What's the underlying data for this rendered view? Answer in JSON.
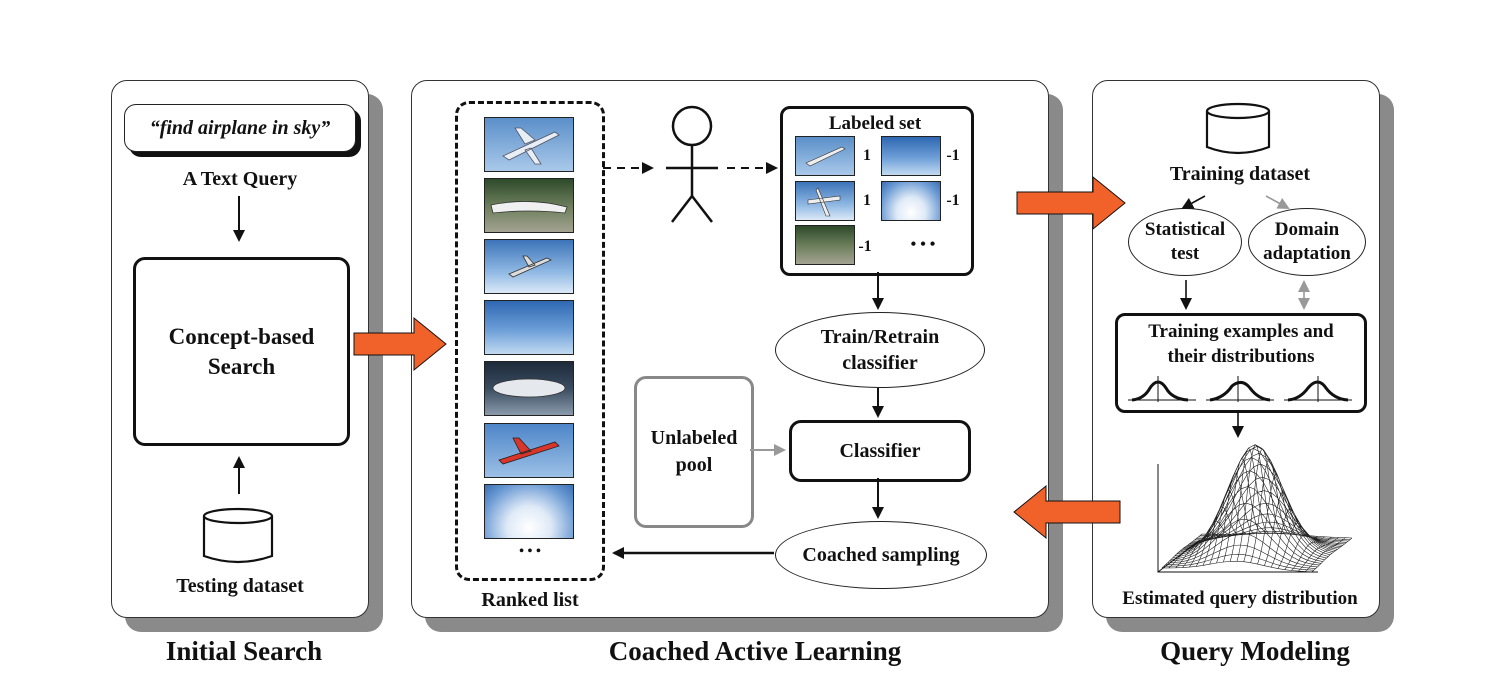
{
  "panels": {
    "initial_search": {
      "title": "Initial Search",
      "query_text": "“find airplane in sky”",
      "query_caption": "A Text Query",
      "search_box": [
        "Concept-based",
        "Search"
      ],
      "dataset_caption": "Testing dataset"
    },
    "coached_active_learning": {
      "title": "Coached Active Learning",
      "ranked_list_caption": "Ranked list",
      "ranked_list_more": "• • •",
      "labeled_set": {
        "title": "Labeled set",
        "labels": [
          "1",
          "-1",
          "1",
          "-1",
          "-1"
        ],
        "more": "• • •"
      },
      "train_ellipse": [
        "Train/Retrain",
        "classifier"
      ],
      "unlabeled_pool": [
        "Unlabeled",
        "pool"
      ],
      "classifier": "Classifier",
      "coached_sampling": "Coached sampling"
    },
    "query_modeling": {
      "title": "Query Modeling",
      "training_dataset": "Training dataset",
      "statistical_test": [
        "Statistical",
        "test"
      ],
      "domain_adaptation": [
        "Domain",
        "adaptation"
      ],
      "training_examples": [
        "Training examples and",
        "their distributions"
      ],
      "estimated_caption": "Estimated query distribution"
    }
  },
  "colors": {
    "accent_arrow": "#f0622a",
    "shadow": "#8a8a8a",
    "gray_arrow": "#999999",
    "pool_border": "#888888"
  }
}
